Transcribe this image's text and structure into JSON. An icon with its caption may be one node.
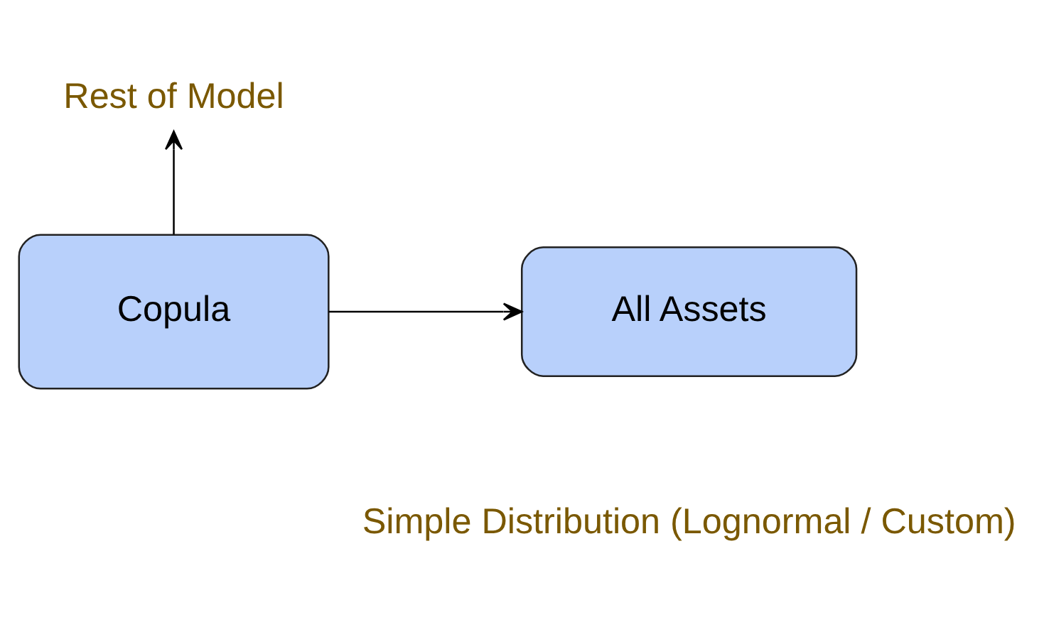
{
  "diagram": {
    "nodes": [
      {
        "text": [
          "Rest of Model"
        ]
      },
      {
        "text": [
          "All Assets"
        ],
        "beside": [
          "Simple Distribution (Lognormal / Custom)"
        ]
      },
      {
        "text": [
          "Copula"
        ]
      }
    ],
    "edges": [
      {
        "from": 2,
        "to": 1,
        "arrow": "to"
      },
      {
        "from": 2,
        "to": 0,
        "arrow": "to"
      }
    ]
  }
}
